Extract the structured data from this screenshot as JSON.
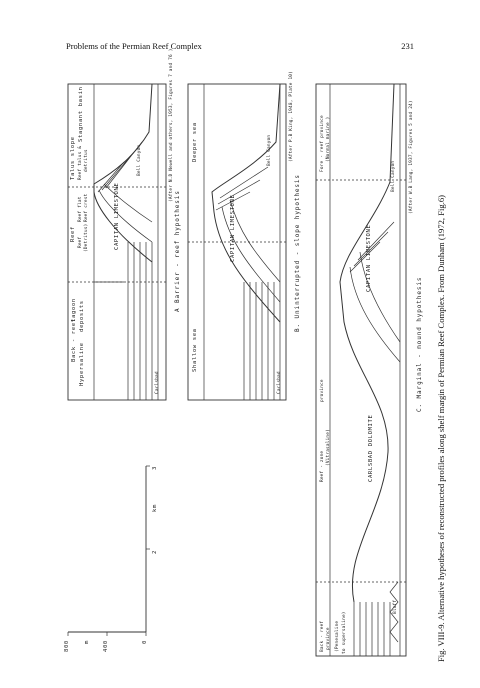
{
  "header": {
    "running_title": "Problems of the Permian Reef Complex",
    "page_number": "231"
  },
  "caption": "Fig. VIII-9. Alternative hypotheses of reconstructed profiles along shelf margin of Permian Reef Complex. From Dunham (1972, Fig.6)",
  "scale": {
    "vertical_ticks": [
      "800",
      "m",
      "400",
      "0"
    ],
    "horizontal_ticks": [
      "2",
      "km",
      "3"
    ]
  },
  "panel_a": {
    "label": "A   Barrier - reef   hypothesis",
    "zones": {
      "backreef": "Back - reef",
      "hypersaline": "Hypersaline",
      "lagoon": "lagoon",
      "deposits": "deposits",
      "reef": "Reef",
      "reef_sub": "Reef",
      "reef_detritus": "(Detritus)",
      "reef_flat": "Reef flat",
      "reef_crest": "Reef crest",
      "talus": "Talus  slope",
      "talus_sub": "Reef talus &",
      "talus_sub2": "detritus",
      "basin": "Stagnant  basin"
    },
    "units": {
      "limestone": "CAPITAN  LIMESTONE",
      "canyon": "Bell  Canyon",
      "carlsbad": "Carlsbad"
    },
    "source": "(After N.D Newell and others, 1953, Figures 7 and 76 )"
  },
  "panel_b": {
    "label": "B.  Uninterrupted - slope  hypothesis",
    "zones": {
      "shallow": "Shallow    sea",
      "deeper": "Deeper    sea"
    },
    "units": {
      "limestone": "CAPITAN  LIMESTONE",
      "canyon": "Bell Canyon",
      "carlsbad": "Carlsbad"
    },
    "source": "(After P.B King, 1948, Plate 10)"
  },
  "panel_c": {
    "label": "C.  Marginal - mound  hypothesis",
    "zones": {
      "backreef": "Back - reef",
      "backreef_sub": "province",
      "backreef_sub2": "(Penesaline",
      "backreef_sub3": "to supersaline)",
      "reefzone": "Reef - zone",
      "reefzone_sub": "province",
      "reefzone_sub2": "(Vitrasaline)",
      "forereef": "Fore - reef    province",
      "forereef_sub": "(Normal   marine )"
    },
    "units": {
      "dolomite": "CARLSBAD   DOLOMITE",
      "limestone": "CAPITAN   LIMESTONE",
      "canyon": "Bell  Canyon",
      "bluff": "Bluff"
    },
    "source": "(After W.B Lang, 1937, Figures 5 and 24)"
  }
}
